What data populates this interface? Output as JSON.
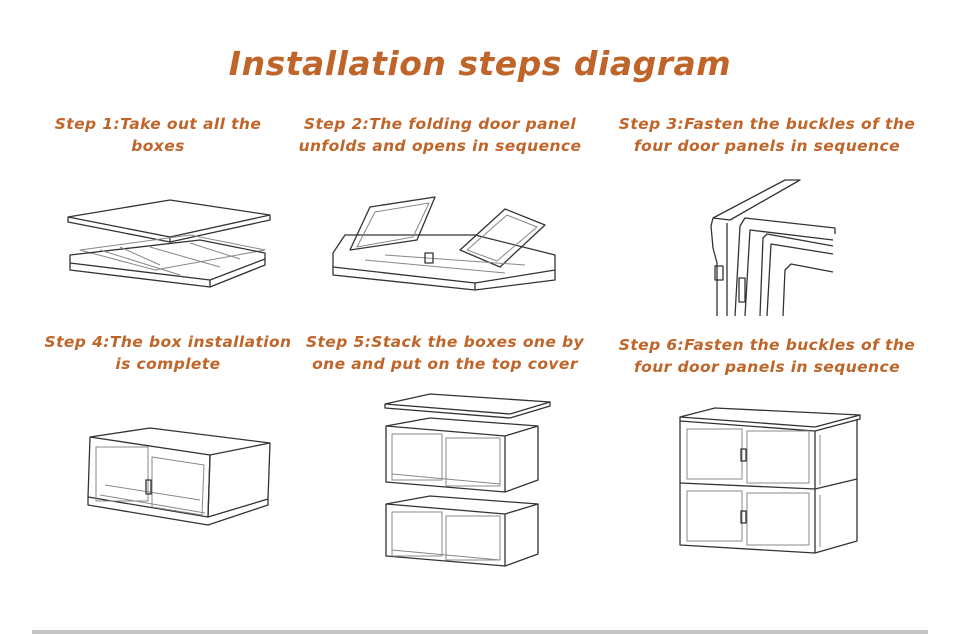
{
  "title": "Installation steps diagram",
  "steps": [
    {
      "line1": "Step 1:Take out all the",
      "line2": "boxes"
    },
    {
      "line1": "Step 2:The folding door panel",
      "line2": "unfolds and opens in sequence"
    },
    {
      "line1": "Step 3:Fasten the buckles of the",
      "line2": "four door panels in sequence"
    },
    {
      "line1": "Step 4:The box installation",
      "line2": "is complete"
    },
    {
      "line1": "Step 5:Stack the boxes one by",
      "line2": "one and put on the top cover"
    },
    {
      "line1": "Step 6:Fasten the buckles of the",
      "line2": "four door panels in sequence"
    }
  ]
}
